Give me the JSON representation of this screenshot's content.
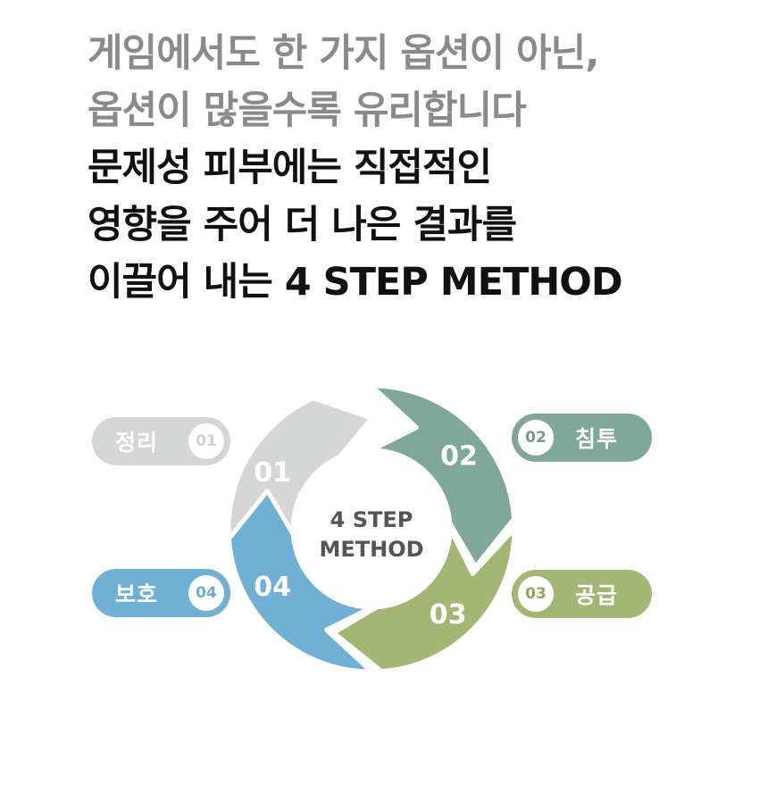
{
  "headline": {
    "gray_lines": [
      "게임에서도 한 가지 옵션이 아닌,",
      "옵션이 많을수록 유리합니다"
    ],
    "dark_lines": [
      "문제성 피부에는 직접적인",
      "영향을 주어 더 나은 결과를",
      "이끌어 내는 4 STEP METHOD"
    ]
  },
  "cycle": {
    "center_line1": "4 STEP",
    "center_line2": "METHOD",
    "steps": [
      {
        "number": "01",
        "label": "정리",
        "color": "#d5d6d6"
      },
      {
        "number": "02",
        "label": "침투",
        "color": "#7fa89a"
      },
      {
        "number": "03",
        "label": "공급",
        "color": "#a3b674"
      },
      {
        "number": "04",
        "label": "보호",
        "color": "#6fb0d4"
      }
    ]
  }
}
